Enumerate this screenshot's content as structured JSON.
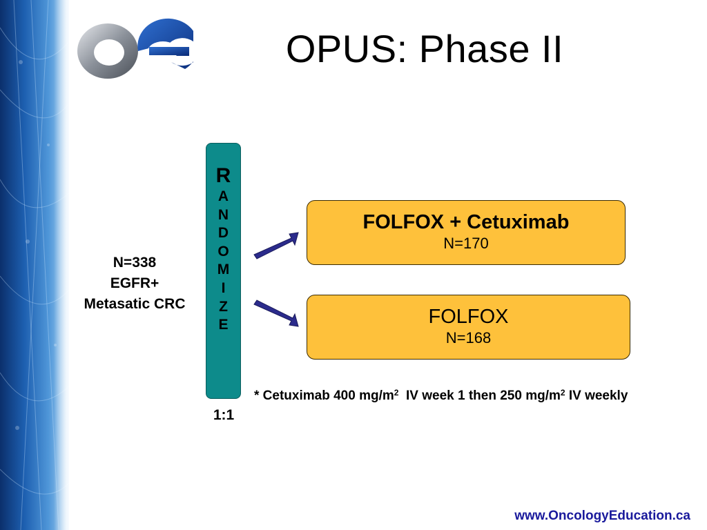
{
  "slide": {
    "title": "OPUS: Phase II",
    "logo": {
      "icon": "oe-logo-icon",
      "letters": "oe"
    },
    "population": {
      "line1": "N=338",
      "line2": "EGFR+",
      "line3": "Metasatic CRC"
    },
    "randomize": {
      "letters": [
        "R",
        "A",
        "N",
        "D",
        "O",
        "M",
        "I",
        "Z",
        "E"
      ],
      "ratio": "1:1"
    },
    "arms": [
      {
        "name": "FOLFOX + Cetuximab",
        "n": "N=170"
      },
      {
        "name": "FOLFOX",
        "n": "N=168"
      }
    ],
    "footnote": {
      "part1": "* Cetuximab 400 mg/m",
      "sup1": "2",
      "part2": "  IV week 1 then 250 mg/m",
      "sup2": "2",
      "part3": " IV weekly"
    },
    "website": "www.OncologyEducation.ca",
    "colors": {
      "randomize_fill": "#0d8b8b",
      "arm_fill": "#fec13b",
      "arrow_fill": "#2b2b8c",
      "website_text": "#1a1a9c",
      "side_strip": "#1d5fb0"
    }
  }
}
